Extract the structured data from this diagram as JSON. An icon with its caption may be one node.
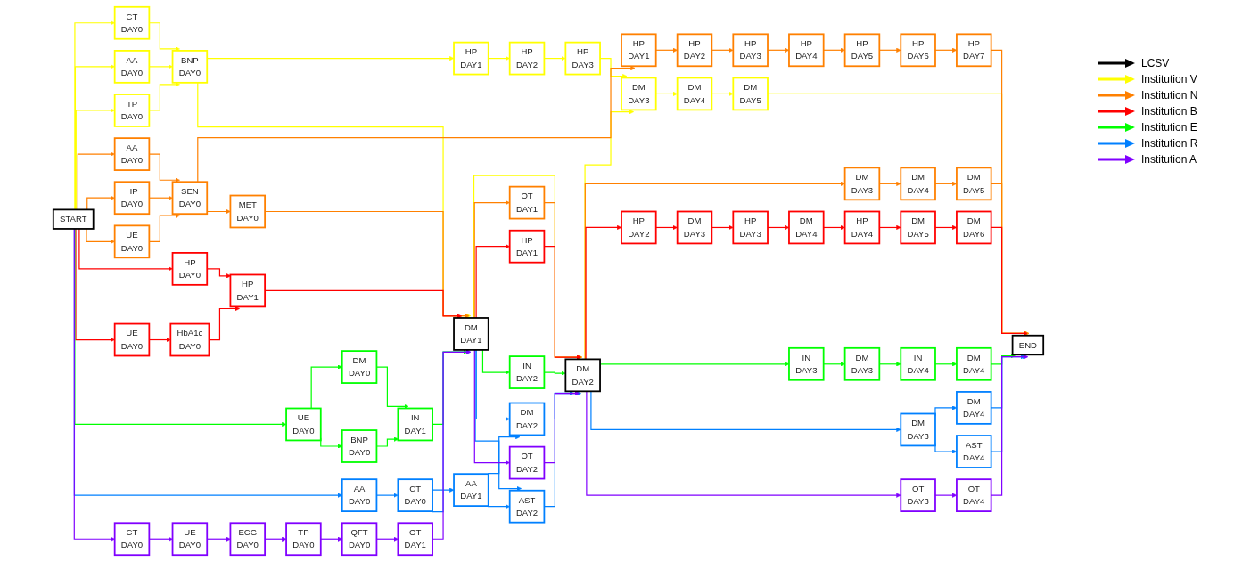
{
  "diagram": {
    "nodes": [
      {
        "text": [
          "START"
        ]
      },
      {
        "text": [
          "CT",
          "DAY0"
        ]
      },
      {
        "text": [
          "AA",
          "DAY0"
        ]
      },
      {
        "text": [
          "TP",
          "DAY0"
        ]
      },
      {
        "text": [
          "BNP",
          "DAY0"
        ]
      },
      {
        "text": [
          "AA",
          "DAY0"
        ]
      },
      {
        "text": [
          "HP",
          "DAY0"
        ]
      },
      {
        "text": [
          "UE",
          "DAY0"
        ]
      },
      {
        "text": [
          "SEN",
          "DAY0"
        ]
      },
      {
        "text": [
          "HP",
          "DAY1"
        ]
      },
      {
        "text": [
          "MET",
          "DAY0"
        ]
      },
      {
        "text": [
          "HP",
          "DAY2"
        ]
      },
      {
        "text": [
          "HP",
          "DAY3"
        ]
      },
      {
        "text": [
          "HP",
          "DAY4"
        ]
      },
      {
        "text": [
          "HP",
          "DAY0"
        ]
      },
      {
        "text": [
          "UE",
          "DAY0"
        ]
      },
      {
        "text": [
          "HbA1c",
          "DAY0"
        ]
      },
      {
        "text": [
          "HP",
          "DAY1"
        ]
      },
      {
        "text": [
          "UE",
          "DAY0"
        ]
      },
      {
        "text": [
          "DM",
          "DAY0"
        ]
      },
      {
        "text": [
          "BNP",
          "DAY0"
        ]
      },
      {
        "text": [
          "IN",
          "DAY1"
        ]
      },
      {
        "text": [
          "AA",
          "DAY0"
        ]
      },
      {
        "text": [
          "CT",
          "DAY0"
        ]
      },
      {
        "text": [
          "CT",
          "DAY0"
        ]
      },
      {
        "text": [
          "UE",
          "DAY0"
        ]
      },
      {
        "text": [
          "ECG",
          "DAY0"
        ]
      },
      {
        "text": [
          "TP",
          "DAY0"
        ]
      },
      {
        "text": [
          "QFT",
          "DAY0"
        ]
      },
      {
        "text": [
          "OT",
          "DAY1"
        ]
      },
      {
        "text": [
          "DM",
          "DAY1"
        ]
      },
      {
        "text": [
          "HP",
          "DAY1"
        ]
      },
      {
        "text": [
          "HP",
          "DAY2"
        ]
      },
      {
        "text": [
          "HP",
          "DAY3"
        ]
      },
      {
        "text": [
          "HP",
          "DAY5"
        ]
      },
      {
        "text": [
          "HP",
          "DAY6"
        ]
      },
      {
        "text": [
          "HP",
          "DAY7"
        ]
      },
      {
        "text": [
          "OT",
          "DAY1"
        ]
      },
      {
        "text": [
          "HP",
          "DAY1"
        ]
      },
      {
        "text": [
          "IN",
          "DAY2"
        ]
      },
      {
        "text": [
          "AA",
          "DAY1"
        ]
      },
      {
        "text": [
          "DM",
          "DAY2"
        ]
      },
      {
        "text": [
          "AST",
          "DAY2"
        ]
      },
      {
        "text": [
          "OT",
          "DAY2"
        ]
      },
      {
        "text": [
          "DM",
          "DAY2"
        ]
      },
      {
        "text": [
          "DM",
          "DAY3"
        ]
      },
      {
        "text": [
          "DM",
          "DAY4"
        ]
      },
      {
        "text": [
          "DM",
          "DAY5"
        ]
      },
      {
        "text": [
          "DM",
          "DAY3"
        ]
      },
      {
        "text": [
          "DM",
          "DAY4"
        ]
      },
      {
        "text": [
          "DM",
          "DAY5"
        ]
      },
      {
        "text": [
          "HP",
          "DAY2"
        ]
      },
      {
        "text": [
          "DM",
          "DAY3"
        ]
      },
      {
        "text": [
          "HP",
          "DAY3"
        ]
      },
      {
        "text": [
          "DM",
          "DAY4"
        ]
      },
      {
        "text": [
          "HP",
          "DAY4"
        ]
      },
      {
        "text": [
          "DM",
          "DAY5"
        ]
      },
      {
        "text": [
          "DM",
          "DAY6"
        ]
      },
      {
        "text": [
          "IN",
          "DAY3"
        ]
      },
      {
        "text": [
          "DM",
          "DAY3"
        ]
      },
      {
        "text": [
          "IN",
          "DAY4"
        ]
      },
      {
        "text": [
          "DM",
          "DAY4"
        ]
      },
      {
        "text": [
          "DM",
          "DAY3"
        ]
      },
      {
        "text": [
          "DM",
          "DAY4"
        ]
      },
      {
        "text": [
          "AST",
          "DAY4"
        ]
      },
      {
        "text": [
          "OT",
          "DAY3"
        ]
      },
      {
        "text": [
          "OT",
          "DAY4"
        ]
      },
      {
        "text": [
          "END"
        ]
      }
    ],
    "edges": [
      {
        "from": 0,
        "to": 1,
        "arrow": "to",
        "color": "#ffff00"
      },
      {
        "from": 0,
        "to": 2,
        "arrow": "to",
        "color": "#ffff00"
      },
      {
        "from": 0,
        "to": 3,
        "arrow": "to",
        "color": "#ffff00"
      },
      {
        "from": 1,
        "to": 4,
        "arrow": "to",
        "color": "#ffff00"
      },
      {
        "from": 2,
        "to": 4,
        "arrow": "to",
        "color": "#ffff00"
      },
      {
        "from": 3,
        "to": 4,
        "arrow": "to",
        "color": "#ffff00"
      },
      {
        "from": 4,
        "to": 31,
        "arrow": "to",
        "color": "#ffff00"
      },
      {
        "from": 4,
        "to": 30,
        "arrow": "to",
        "color": "#ffff00"
      },
      {
        "from": 31,
        "to": 32,
        "arrow": "to",
        "color": "#ffff00"
      },
      {
        "from": 32,
        "to": 33,
        "arrow": "to",
        "color": "#ffff00"
      },
      {
        "from": 30,
        "to": 44,
        "arrow": "to",
        "color": "#ffff00"
      },
      {
        "from": 33,
        "to": 45,
        "arrow": "to",
        "color": "#ffff00"
      },
      {
        "from": 44,
        "to": 45,
        "arrow": "to",
        "color": "#ffff00"
      },
      {
        "from": 45,
        "to": 46,
        "arrow": "to",
        "color": "#ffff00"
      },
      {
        "from": 46,
        "to": 47,
        "arrow": "to",
        "color": "#ffff00"
      },
      {
        "from": 47,
        "to": 67,
        "arrow": "to",
        "color": "#ffff00"
      },
      {
        "from": 0,
        "to": 5,
        "arrow": "to",
        "color": "#ff8000"
      },
      {
        "from": 0,
        "to": 6,
        "arrow": "to",
        "color": "#ff8000"
      },
      {
        "from": 0,
        "to": 7,
        "arrow": "to",
        "color": "#ff8000"
      },
      {
        "from": 5,
        "to": 8,
        "arrow": "to",
        "color": "#ff8000"
      },
      {
        "from": 6,
        "to": 8,
        "arrow": "to",
        "color": "#ff8000"
      },
      {
        "from": 7,
        "to": 8,
        "arrow": "to",
        "color": "#ff8000"
      },
      {
        "from": 8,
        "to": 9,
        "arrow": "to",
        "color": "#ff8000"
      },
      {
        "from": 8,
        "to": 10,
        "arrow": "to",
        "color": "#ff8000"
      },
      {
        "from": 9,
        "to": 11,
        "arrow": "to",
        "color": "#ff8000"
      },
      {
        "from": 11,
        "to": 12,
        "arrow": "to",
        "color": "#ff8000"
      },
      {
        "from": 12,
        "to": 13,
        "arrow": "to",
        "color": "#ff8000"
      },
      {
        "from": 13,
        "to": 34,
        "arrow": "to",
        "color": "#ff8000"
      },
      {
        "from": 10,
        "to": 30,
        "arrow": "to",
        "color": "#ff8000"
      },
      {
        "from": 34,
        "to": 35,
        "arrow": "to",
        "color": "#ff8000"
      },
      {
        "from": 35,
        "to": 36,
        "arrow": "to",
        "color": "#ff8000"
      },
      {
        "from": 30,
        "to": 37,
        "arrow": "to",
        "color": "#ff8000"
      },
      {
        "from": 37,
        "to": 44,
        "arrow": "to",
        "color": "#ff8000"
      },
      {
        "from": 44,
        "to": 48,
        "arrow": "to",
        "color": "#ff8000"
      },
      {
        "from": 48,
        "to": 49,
        "arrow": "to",
        "color": "#ff8000"
      },
      {
        "from": 49,
        "to": 50,
        "arrow": "to",
        "color": "#ff8000"
      },
      {
        "from": 36,
        "to": 67,
        "arrow": "to",
        "color": "#ff8000"
      },
      {
        "from": 50,
        "to": 67,
        "arrow": "to",
        "color": "#ff8000"
      },
      {
        "from": 0,
        "to": 14,
        "arrow": "to",
        "color": "#ff0000"
      },
      {
        "from": 0,
        "to": 15,
        "arrow": "to",
        "color": "#ff0000"
      },
      {
        "from": 15,
        "to": 16,
        "arrow": "to",
        "color": "#ff0000"
      },
      {
        "from": 14,
        "to": 17,
        "arrow": "to",
        "color": "#ff0000"
      },
      {
        "from": 16,
        "to": 17,
        "arrow": "to",
        "color": "#ff0000"
      },
      {
        "from": 17,
        "to": 30,
        "arrow": "to",
        "color": "#ff0000"
      },
      {
        "from": 30,
        "to": 38,
        "arrow": "to",
        "color": "#ff0000"
      },
      {
        "from": 38,
        "to": 44,
        "arrow": "to",
        "color": "#ff0000"
      },
      {
        "from": 44,
        "to": 51,
        "arrow": "to",
        "color": "#ff0000"
      },
      {
        "from": 51,
        "to": 52,
        "arrow": "to",
        "color": "#ff0000"
      },
      {
        "from": 52,
        "to": 53,
        "arrow": "to",
        "color": "#ff0000"
      },
      {
        "from": 53,
        "to": 54,
        "arrow": "to",
        "color": "#ff0000"
      },
      {
        "from": 54,
        "to": 55,
        "arrow": "to",
        "color": "#ff0000"
      },
      {
        "from": 55,
        "to": 56,
        "arrow": "to",
        "color": "#ff0000"
      },
      {
        "from": 56,
        "to": 57,
        "arrow": "to",
        "color": "#ff0000"
      },
      {
        "from": 57,
        "to": 67,
        "arrow": "to",
        "color": "#ff0000"
      },
      {
        "from": 0,
        "to": 18,
        "arrow": "to",
        "color": "#00ff00"
      },
      {
        "from": 18,
        "to": 19,
        "arrow": "to",
        "color": "#00ff00"
      },
      {
        "from": 18,
        "to": 20,
        "arrow": "to",
        "color": "#00ff00"
      },
      {
        "from": 19,
        "to": 21,
        "arrow": "to",
        "color": "#00ff00"
      },
      {
        "from": 20,
        "to": 21,
        "arrow": "to",
        "color": "#00ff00"
      },
      {
        "from": 21,
        "to": 30,
        "arrow": "to",
        "color": "#00ff00"
      },
      {
        "from": 30,
        "to": 39,
        "arrow": "to",
        "color": "#00ff00"
      },
      {
        "from": 39,
        "to": 44,
        "arrow": "to",
        "color": "#00ff00"
      },
      {
        "from": 44,
        "to": 58,
        "arrow": "to",
        "color": "#00ff00"
      },
      {
        "from": 58,
        "to": 59,
        "arrow": "to",
        "color": "#00ff00"
      },
      {
        "from": 59,
        "to": 60,
        "arrow": "to",
        "color": "#00ff00"
      },
      {
        "from": 60,
        "to": 61,
        "arrow": "to",
        "color": "#00ff00"
      },
      {
        "from": 61,
        "to": 67,
        "arrow": "to",
        "color": "#00ff00"
      },
      {
        "from": 0,
        "to": 22,
        "arrow": "to",
        "color": "#0080ff"
      },
      {
        "from": 22,
        "to": 23,
        "arrow": "to",
        "color": "#0080ff"
      },
      {
        "from": 23,
        "to": 40,
        "arrow": "to",
        "color": "#0080ff"
      },
      {
        "from": 23,
        "to": 30,
        "arrow": "to",
        "color": "#0080ff"
      },
      {
        "from": 40,
        "to": 41,
        "arrow": "to",
        "color": "#0080ff"
      },
      {
        "from": 40,
        "to": 42,
        "arrow": "to",
        "color": "#0080ff"
      },
      {
        "from": 30,
        "to": 41,
        "arrow": "to",
        "color": "#0080ff"
      },
      {
        "from": 30,
        "to": 42,
        "arrow": "to",
        "color": "#0080ff"
      },
      {
        "from": 41,
        "to": 44,
        "arrow": "to",
        "color": "#0080ff"
      },
      {
        "from": 42,
        "to": 44,
        "arrow": "to",
        "color": "#0080ff"
      },
      {
        "from": 44,
        "to": 62,
        "arrow": "to",
        "color": "#0080ff"
      },
      {
        "from": 62,
        "to": 63,
        "arrow": "to",
        "color": "#0080ff"
      },
      {
        "from": 62,
        "to": 64,
        "arrow": "to",
        "color": "#0080ff"
      },
      {
        "from": 63,
        "to": 67,
        "arrow": "to",
        "color": "#0080ff"
      },
      {
        "from": 64,
        "to": 67,
        "arrow": "to",
        "color": "#0080ff"
      },
      {
        "from": 0,
        "to": 24,
        "arrow": "to",
        "color": "#8000ff"
      },
      {
        "from": 24,
        "to": 25,
        "arrow": "to",
        "color": "#8000ff"
      },
      {
        "from": 25,
        "to": 26,
        "arrow": "to",
        "color": "#8000ff"
      },
      {
        "from": 26,
        "to": 27,
        "arrow": "to",
        "color": "#8000ff"
      },
      {
        "from": 27,
        "to": 28,
        "arrow": "to",
        "color": "#8000ff"
      },
      {
        "from": 28,
        "to": 29,
        "arrow": "to",
        "color": "#8000ff"
      },
      {
        "from": 29,
        "to": 30,
        "arrow": "to",
        "color": "#8000ff"
      },
      {
        "from": 30,
        "to": 43,
        "arrow": "to",
        "color": "#8000ff"
      },
      {
        "from": 43,
        "to": 44,
        "arrow": "to",
        "color": "#8000ff"
      },
      {
        "from": 44,
        "to": 65,
        "arrow": "to",
        "color": "#8000ff"
      },
      {
        "from": 65,
        "to": 66,
        "arrow": "to",
        "color": "#8000ff"
      },
      {
        "from": 66,
        "to": 67,
        "arrow": "to",
        "color": "#8000ff"
      }
    ],
    "legend": [
      {
        "text": "LCSV",
        "color": "#000000"
      },
      {
        "text": "Institution V",
        "color": "#ffff00"
      },
      {
        "text": "Institution N",
        "color": "#ff8000"
      },
      {
        "text": "Institution B",
        "color": "#ff0000"
      },
      {
        "text": "Institution E",
        "color": "#00ff00"
      },
      {
        "text": "Institution R",
        "color": "#0080ff"
      },
      {
        "text": "Institution A",
        "color": "#8000ff"
      }
    ]
  }
}
